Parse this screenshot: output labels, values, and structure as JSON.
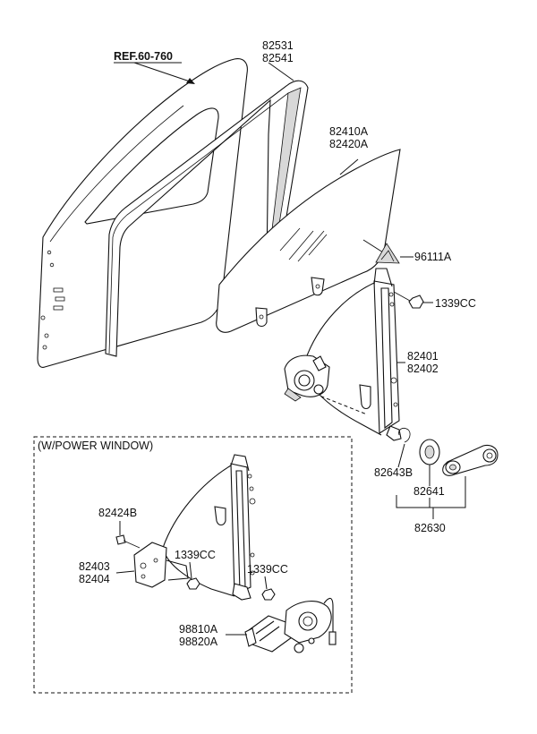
{
  "labels": {
    "ref": "REF.60-760",
    "p82531": "82531",
    "p82541": "82541",
    "p82410A": "82410A",
    "p82420A": "82420A",
    "p96111A": "96111A",
    "p1339CC_top": "1339CC",
    "p82401": "82401",
    "p82402": "82402",
    "p82643B": "82643B",
    "p82641": "82641",
    "p82630": "82630",
    "power_window_title": "(W/POWER WINDOW)",
    "p82424B": "82424B",
    "p1339CC_mid": "1339CC",
    "p1339CC_right": "1339CC",
    "p82403": "82403",
    "p82404": "82404",
    "p98810A": "98810A",
    "p98820A": "98820A"
  }
}
